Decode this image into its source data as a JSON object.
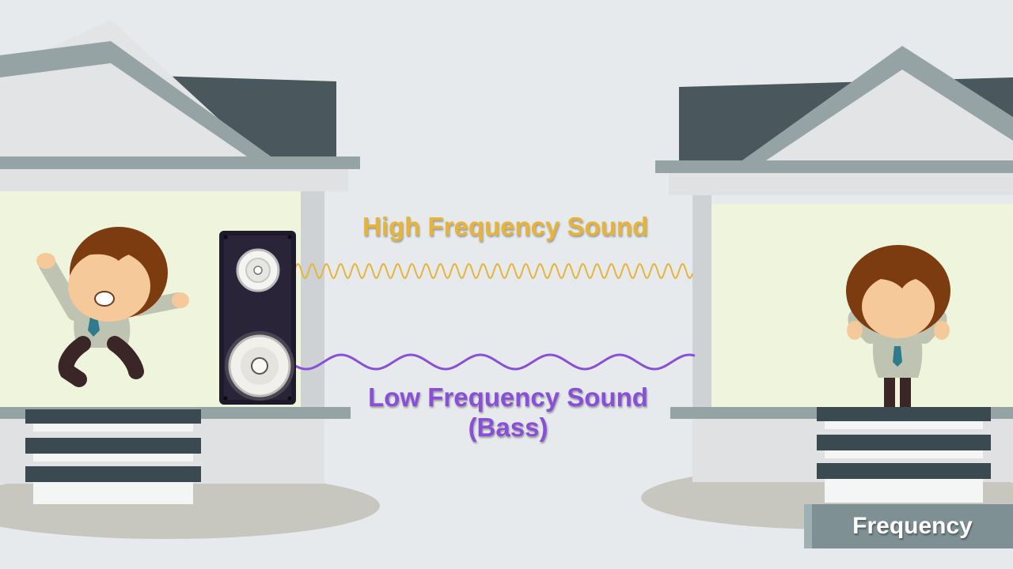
{
  "labels": {
    "high": "High Frequency Sound",
    "low_line1": "Low Frequency Sound",
    "low_line2": "(Bass)"
  },
  "caption": "Frequency",
  "colors": {
    "high": "#e6b33b",
    "low": "#8a4fd8",
    "background": "#e7eaec",
    "roof": "#4a575d",
    "wall": "#d6d9dc",
    "window": "#eff5dd",
    "hair": "#7d3b10",
    "skin": "#f6c99a",
    "speaker": "#1e1a2b"
  },
  "icons": [
    "speaker-icon",
    "excited-person-icon",
    "covering-ears-person-icon",
    "left-house-icon",
    "right-house-icon"
  ]
}
